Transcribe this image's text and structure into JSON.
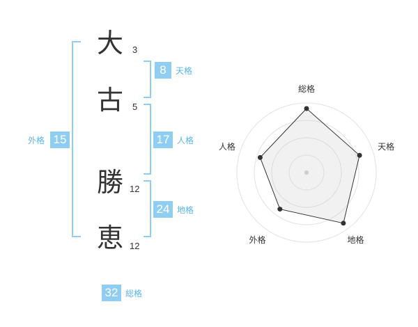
{
  "name": {
    "chars": [
      {
        "char": "大",
        "strokes": "3"
      },
      {
        "char": "古",
        "strokes": "5"
      },
      {
        "char": "勝",
        "strokes": "12"
      },
      {
        "char": "恵",
        "strokes": "12"
      }
    ]
  },
  "fortunes": {
    "tenkaku": {
      "value": "8",
      "label": "天格"
    },
    "jinkaku": {
      "value": "17",
      "label": "人格"
    },
    "chikaku": {
      "value": "24",
      "label": "地格"
    },
    "gaikaku": {
      "value": "15",
      "label": "外格"
    },
    "soukaku": {
      "value": "32",
      "label": "総格"
    }
  },
  "colors": {
    "accent": "#8fcdf3",
    "bracket": "#8fcdf3",
    "label": "#5bb4e5"
  },
  "chart_data": {
    "type": "radar",
    "axes": [
      "総格",
      "天格",
      "地格",
      "外格",
      "人格"
    ],
    "values": [
      0.92,
      0.8,
      0.9,
      0.65,
      0.7
    ],
    "rings": 4,
    "range": [
      0,
      1
    ]
  }
}
